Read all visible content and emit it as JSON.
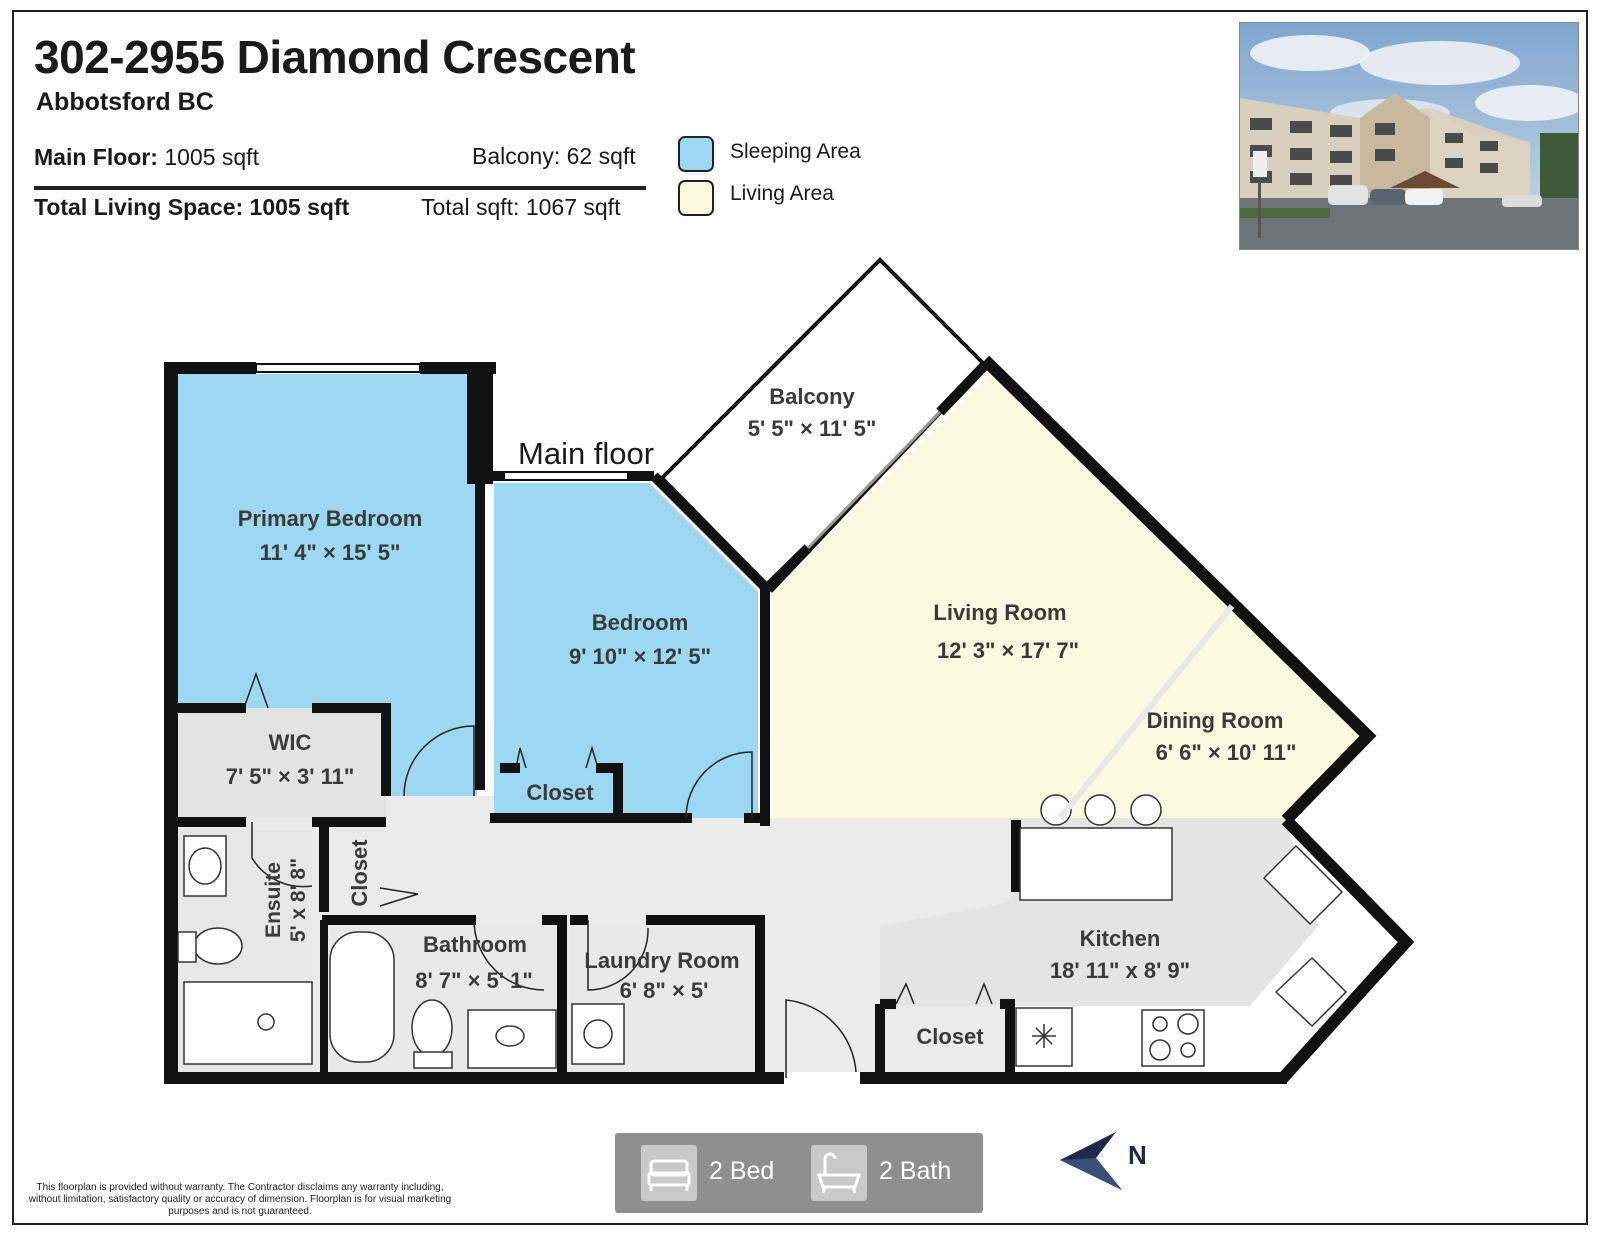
{
  "header": {
    "title": "302-2955 Diamond Crescent",
    "subtitle": "Abbotsford BC",
    "main_floor_label": "Main Floor:",
    "main_floor_value": "1005 sqft",
    "balcony_label": "Balcony:",
    "balcony_value": "62 sqft",
    "total_living_label": "Total Living Space:",
    "total_living_value": "1005 sqft",
    "total_sqft_label": "Total sqft:",
    "total_sqft_value": "1067 sqft"
  },
  "legend": [
    {
      "label": "Sleeping Area",
      "color": "#9dd8f3"
    },
    {
      "label": "Living Area",
      "color": "#fafae1"
    }
  ],
  "floor_label": "Main floor",
  "rooms": {
    "primary_bedroom": {
      "name": "Primary Bedroom",
      "dims": "11' 4\" × 15' 5\""
    },
    "bedroom": {
      "name": "Bedroom",
      "dims": "9' 10\" × 12' 5\""
    },
    "balcony": {
      "name": "Balcony",
      "dims": "5' 5\" × 11' 5\""
    },
    "living_room": {
      "name": "Living Room",
      "dims": "12' 3\" × 17' 7\""
    },
    "dining_room": {
      "name": "Dining Room",
      "dims": "6' 6\" × 10' 11\""
    },
    "wic": {
      "name": "WIC",
      "dims": "7' 5\" × 3' 11\""
    },
    "closet_bedroom": {
      "name": "Closet"
    },
    "closet_hall": {
      "name": "Closet"
    },
    "closet_entry": {
      "name": "Closet"
    },
    "ensuite": {
      "name": "Ensuite",
      "dims": "5' x 8' 8\""
    },
    "bathroom": {
      "name": "Bathroom",
      "dims": "8' 7\" × 5' 1\""
    },
    "laundry": {
      "name": "Laundry Room",
      "dims": "6' 8\" × 5'"
    },
    "kitchen": {
      "name": "Kitchen",
      "dims": "18' 11\" x 8' 9\""
    }
  },
  "summary": {
    "beds": "2 Bed",
    "baths": "2 Bath"
  },
  "compass_label": "N",
  "disclaimer": "This floorplan is provided without warranty. The Contractor disclaims any warranty including, without limitation, satisfactory quality or accuracy of dimension. Floorplan is for visual marketing purposes and is not guaranteed.",
  "colors": {
    "sleeping": "#9dd8f3",
    "living": "#fafae1",
    "hall": "#ebebeb",
    "wall": "#111111"
  }
}
